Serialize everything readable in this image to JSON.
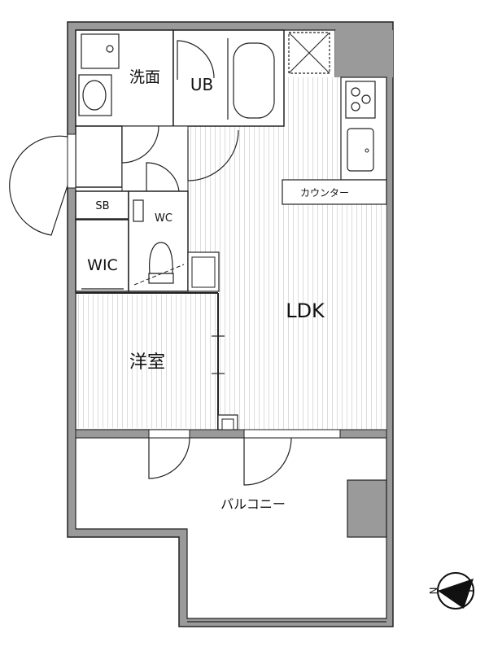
{
  "rooms": {
    "washroom": "洗面",
    "unit_bath": "UB",
    "shoe_box": "SB",
    "toilet": "WC",
    "walk_in_closet": "WIC",
    "western_room": "洋室",
    "ldk": "LDK",
    "counter": "カウンター",
    "balcony": "バルコニー"
  },
  "compass": {
    "label": "N"
  },
  "colors": {
    "wall": "#999999",
    "line": "#1a1a1a",
    "floor": "#ffffff",
    "hatch": "#dddddd"
  }
}
